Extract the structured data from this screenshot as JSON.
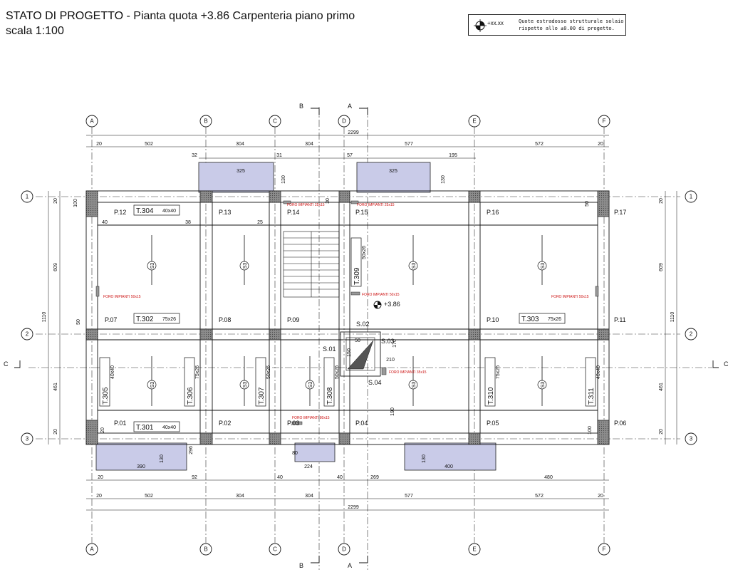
{
  "title": {
    "line1": "STATO DI PROGETTO - Pianta quota +3.86 Carpenteria piano primo",
    "line2": "scala 1:100"
  },
  "legend": {
    "symbol_value": "+xx.xx",
    "text_line1": "Quote estradosso strutturale solaio",
    "text_line2": "rispetto allo ±0.00 di progetto."
  },
  "grid": {
    "columns": [
      "A",
      "B",
      "C",
      "D",
      "E",
      "F"
    ],
    "rows": [
      "1",
      "2",
      "3"
    ]
  },
  "sections": [
    "A",
    "B",
    "C"
  ],
  "dimensions": {
    "overall": "2299",
    "horizontal_chain": [
      "20",
      "502",
      "304",
      "304",
      "577",
      "572",
      "20"
    ],
    "left_vertical": [
      "20",
      "609",
      "1110",
      "461",
      "20"
    ],
    "right_vertical": [
      "20",
      "609",
      "1110",
      "461",
      "20"
    ],
    "balcony_top": [
      "32",
      "325",
      "130",
      "31",
      "57",
      "325",
      "195",
      "130"
    ],
    "balcony_bottom": [
      "390",
      "130",
      "20",
      "92",
      "80",
      "224",
      "40",
      "40",
      "269",
      "130",
      "400",
      "480"
    ],
    "misc": [
      "100",
      "50",
      "40",
      "38",
      "25",
      "50",
      "150",
      "170",
      "210",
      "190",
      "20",
      "296",
      "100",
      "50",
      "30"
    ]
  },
  "pillars": [
    "P.01",
    "P.02",
    "P.03",
    "P.04",
    "P.05",
    "P.06",
    "P.07",
    "P.08",
    "P.09",
    "P.10",
    "P.11",
    "P.12",
    "P.13",
    "P.14",
    "P.15",
    "P.16",
    "P.17"
  ],
  "beams": {
    "horizontal": [
      {
        "id": "T.304",
        "size": "40x40"
      },
      {
        "id": "T.302",
        "size": "75x26"
      },
      {
        "id": "T.303",
        "size": "75x26"
      },
      {
        "id": "T.301",
        "size": "40x40"
      }
    ],
    "vertical": [
      {
        "id": "T.309",
        "size": "50x26"
      },
      {
        "id": "T.305",
        "size": "40x40"
      },
      {
        "id": "T.306",
        "size": "75x26"
      },
      {
        "id": "T.307",
        "size": "50x26"
      },
      {
        "id": "T.308",
        "size": "50x26"
      },
      {
        "id": "T.310",
        "size": "75x26"
      },
      {
        "id": "T.311",
        "size": "40x40"
      }
    ]
  },
  "slab_tag": "S3",
  "stair_labels": [
    "S.01",
    "S.02",
    "S.03",
    "S.04"
  ],
  "level_mark": "+3.86",
  "openings": [
    "FORO IMPIANTI 25x15",
    "FORO IMPIANTI 25x15",
    "FORO IMPIANTI 50x15",
    "FORO IMPIANTI 50x15",
    "FORO IMPIANTI 50x15",
    "FORO IMPIANTI 35x15",
    "FORO IMPIANTI 80x15"
  ],
  "colors": {
    "balcony_fill": "#c9cbe8",
    "pillar_fill": "#9a9a9a",
    "opening_text": "#cc1111",
    "line": "#111111"
  }
}
